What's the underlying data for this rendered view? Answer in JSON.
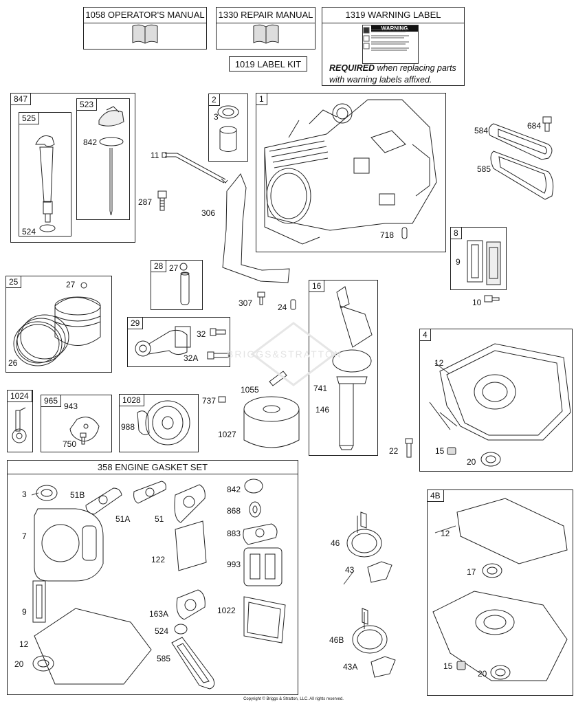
{
  "manuals": {
    "operator": "1058 OPERATOR'S MANUAL",
    "repair": "1330 REPAIR MANUAL",
    "label_kit": "1019 LABEL KIT",
    "warning": "1319 WARNING LABEL",
    "warning_word": "WARNING",
    "required_bold": "REQUIRED",
    "required_text": " when replacing parts",
    "required_text2": "with warning labels affixed."
  },
  "groups": {
    "g847": "847",
    "g525": "525",
    "g523": "523",
    "g2": "2",
    "g1": "1",
    "g8": "8",
    "g28": "28",
    "g25": "25",
    "g29": "29",
    "g16": "16",
    "g4": "4",
    "g1024": "1024",
    "g965": "965",
    "g1028": "1028",
    "gasket_set": "358 ENGINE GASKET SET",
    "g4b": "4B"
  },
  "callouts": {
    "c524a": "524",
    "c842a": "842",
    "c11": "11",
    "c287": "287",
    "c3a": "3",
    "c306": "306",
    "c718": "718",
    "c584": "584",
    "c684": "684",
    "c585a": "585",
    "c9a": "9",
    "c10": "10",
    "c27a": "27",
    "c27b": "27",
    "c26": "26",
    "c307": "307",
    "c24": "24",
    "c32": "32",
    "c32a": "32A",
    "c12a": "12",
    "c741": "741",
    "c146": "146",
    "c1055": "1055",
    "c943": "943",
    "c750": "750",
    "c988": "988",
    "c737": "737",
    "c1027": "1027",
    "c22": "22",
    "c15a": "15",
    "c20a": "20",
    "c3b": "3",
    "c51b": "51B",
    "c51a": "51A",
    "c51": "51",
    "c842b": "842",
    "c868": "868",
    "c883": "883",
    "c7": "7",
    "c122": "122",
    "c993": "993",
    "c9b": "9",
    "c163a": "163A",
    "c1022": "1022",
    "c524b": "524",
    "c12b": "12",
    "c20b": "20",
    "c585b": "585",
    "c46": "46",
    "c43": "43",
    "c46b": "46B",
    "c43a": "43A",
    "c12c": "12",
    "c17": "17",
    "c15b": "15",
    "c20c": "20"
  },
  "watermark": "BRIGGS&STRATTON",
  "copyright": "Copyright © Briggs & Stratton, LLC. All rights reserved."
}
